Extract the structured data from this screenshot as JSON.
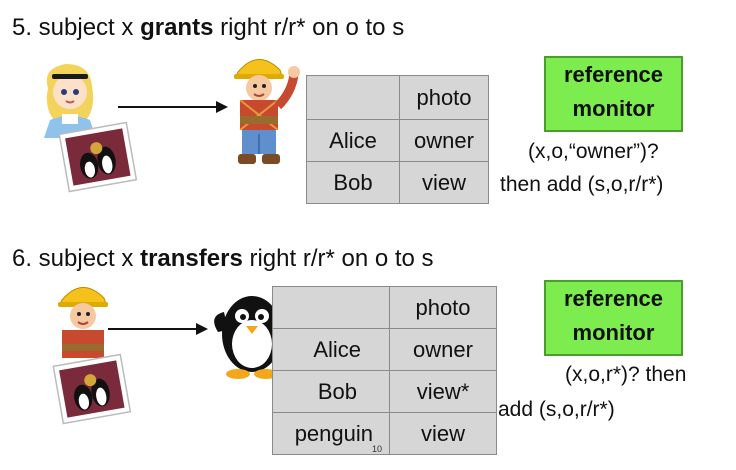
{
  "step5": {
    "number": "5. subject x",
    "verb": "grants",
    "rest": "right r/r* on o to s",
    "table": {
      "header": [
        "",
        "photo"
      ],
      "rows": [
        [
          "Alice",
          "owner"
        ],
        [
          "Bob",
          "view"
        ]
      ]
    },
    "monitor": {
      "line1": "reference",
      "line2": "monitor"
    },
    "note1": "(x,o,“owner”)?",
    "note2": "then add (s,o,r/r*)"
  },
  "step6": {
    "number": "6. subject x",
    "verb": "transfers",
    "rest": "right r/r* on o to s",
    "table": {
      "header": [
        "",
        "photo"
      ],
      "rows": [
        [
          "Alice",
          "owner"
        ],
        [
          "Bob",
          "view*"
        ],
        [
          "penguin",
          "view"
        ]
      ]
    },
    "monitor": {
      "line1": "reference",
      "line2": "monitor"
    },
    "note1": "(x,o,r*)?  then",
    "note2": "add (s,o,r/r*)"
  },
  "page_number": "10",
  "colors": {
    "monitor_bg": "#7cec4f",
    "table_bg": "#d6d6d6"
  },
  "icons": [
    "alice-icon",
    "photo-icon",
    "builder-icon",
    "penguin-icon",
    "arrow-icon"
  ]
}
